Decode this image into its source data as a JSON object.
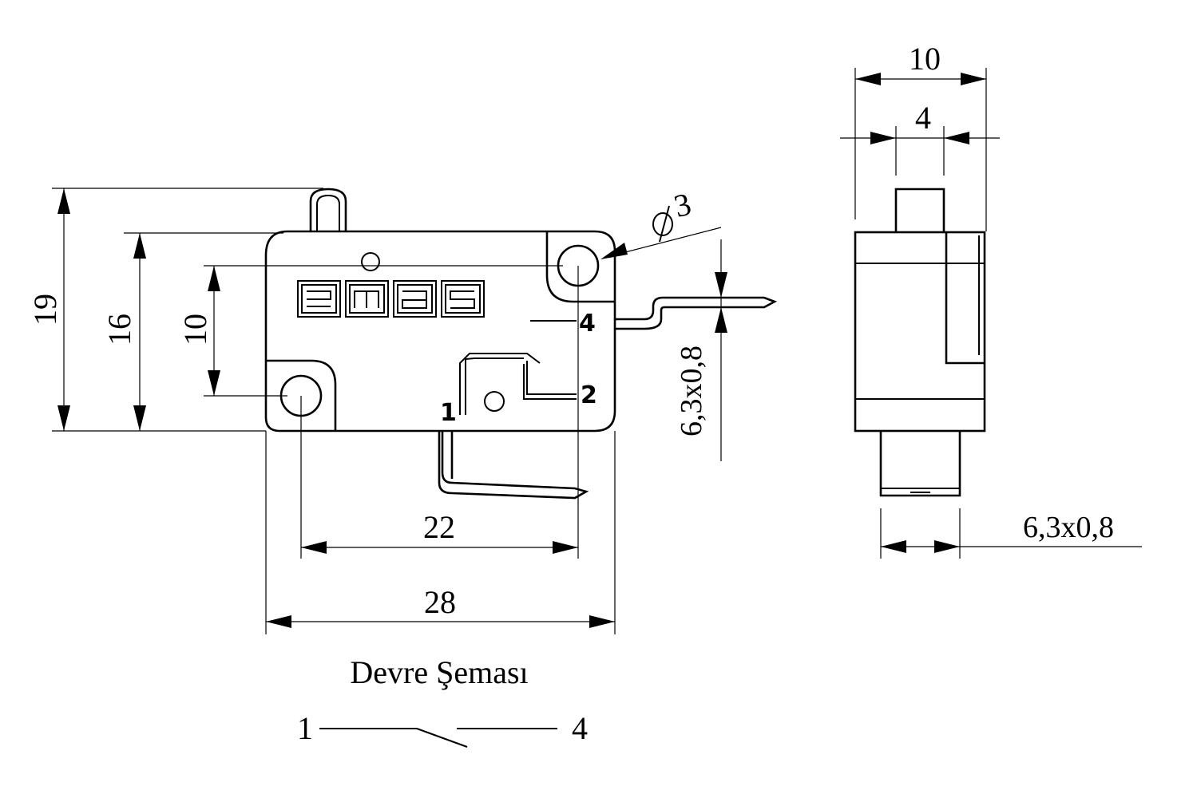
{
  "front_view": {
    "dim_total_height": "19",
    "dim_body_height": "16",
    "dim_hole_spacing_v": "10",
    "dim_hole_spacing_h": "22",
    "dim_total_width": "28",
    "dim_hole_diameter": "3",
    "dim_terminal": "6,3x0,8",
    "brand_logo": "emas",
    "terminal_labels": {
      "no": "4",
      "nc": "2",
      "com": "1"
    }
  },
  "side_view": {
    "dim_width": "10",
    "dim_actuator": "4",
    "dim_terminal": "6,3x0,8"
  },
  "circuit": {
    "title": "Devre Şeması",
    "left_terminal": "1",
    "right_terminal": "4"
  }
}
